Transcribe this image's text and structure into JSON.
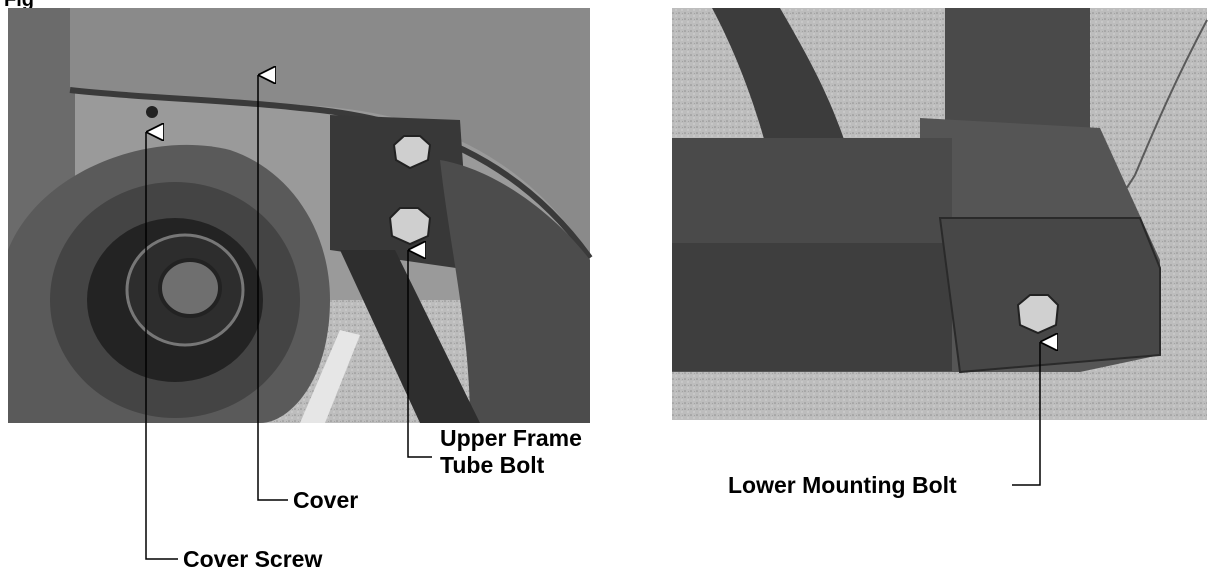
{
  "figure": {
    "tag": "Fig"
  },
  "left_photo": {
    "labels": {
      "upper_frame_tube_bolt": [
        "Upper Frame",
        "Tube Bolt"
      ],
      "cover": "Cover",
      "cover_screw": "Cover Screw"
    }
  },
  "right_photo": {
    "labels": {
      "lower_mounting_bolt": "Lower Mounting Bolt"
    }
  },
  "colors": {
    "line": "#000000",
    "photo_dark": "#3a3a3a",
    "photo_mid": "#6a6a6a",
    "photo_light": "#b5b5b5"
  }
}
